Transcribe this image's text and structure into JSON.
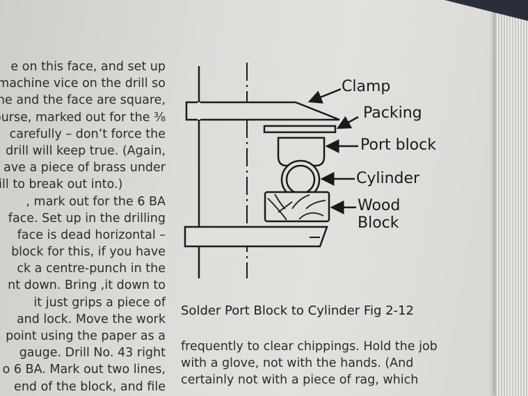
{
  "left_column_lines": [
    "e on this face, and set up",
    "machine vice on the drill so",
    "ne and the face are square,",
    "ourse, marked out for the ⅜",
    "carefully – don’t force the",
    "drill will keep true. (Again,",
    "ave a piece of brass under",
    "rill to break out into.)",
    ", mark out for the 6 BA",
    "face. Set up in the drilling",
    "face is dead horizontal –",
    "block for this, if you have",
    "ck a centre-punch in the",
    "nt down. Bring ,it down to",
    "it just grips a piece of",
    "and lock. Move the work",
    "point using the paper as a",
    "gauge. Drill No. 43 right",
    "o 6 BA. Mark out two lines,",
    "end of the block, and file"
  ],
  "diagram": {
    "labels": {
      "clamp": "Clamp",
      "packing": "Packing",
      "port_block": "Port block",
      "cylinder": "Cylinder",
      "wood": "Wood",
      "block": "Block"
    },
    "caption": "Solder Port Block to Cylinder Fig 2-12"
  },
  "right_column_lines": [
    "frequently to clear chippings. Hold the job",
    "with a glove, not with the hands. (And",
    "certainly not with a piece of rag, which"
  ]
}
